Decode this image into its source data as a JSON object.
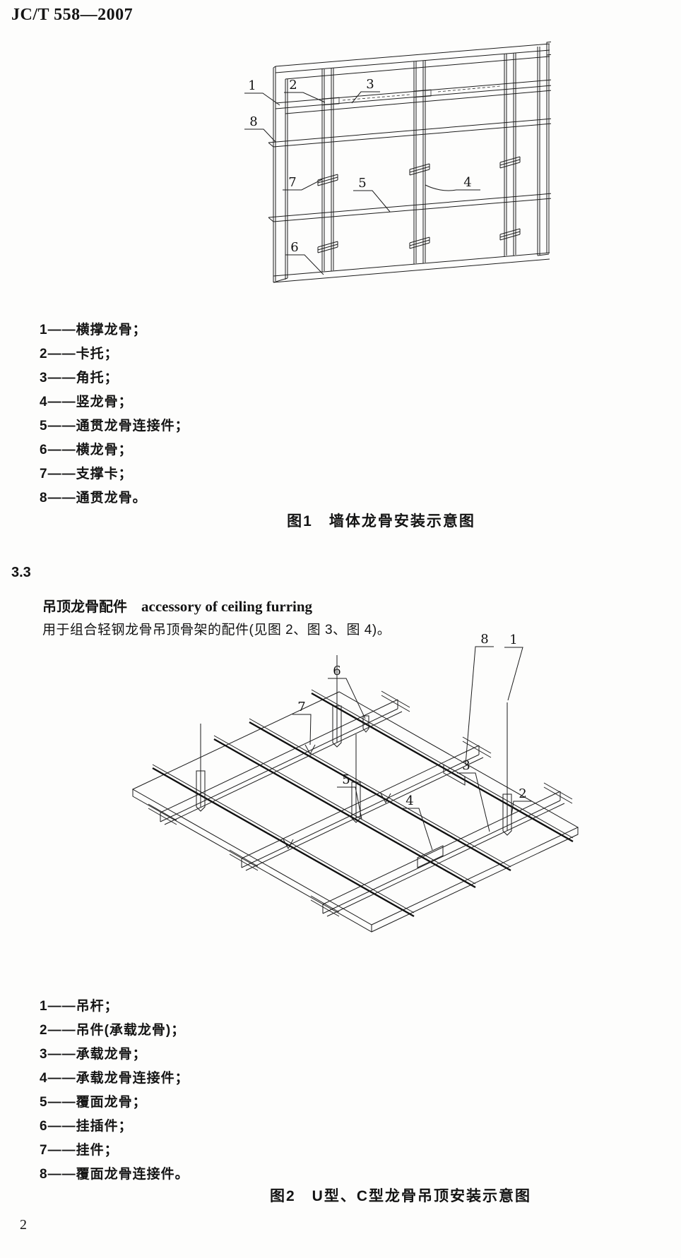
{
  "page": {
    "header": "JC/T 558—2007",
    "page_number": "2"
  },
  "figure1": {
    "caption": "图1　墙体龙骨安装示意图",
    "callouts": [
      "1",
      "2",
      "3",
      "4",
      "5",
      "6",
      "7",
      "8"
    ],
    "legend": [
      "1——横撑龙骨；",
      "2——卡托；",
      "3——角托；",
      "4——竖龙骨；",
      "5——通贯龙骨连接件；",
      "6——横龙骨；",
      "7——支撑卡；",
      "8——通贯龙骨。"
    ]
  },
  "section33": {
    "number": "3.3",
    "term_cn": "吊顶龙骨配件",
    "term_en": "accessory of ceiling furring",
    "definition": "用于组合轻钢龙骨吊顶骨架的配件(见图 2、图 3、图 4)。"
  },
  "figure2": {
    "caption": "图2　U型、C型龙骨吊顶安装示意图",
    "callouts": [
      "1",
      "2",
      "3",
      "4",
      "5",
      "6",
      "7",
      "8"
    ],
    "legend": [
      "1——吊杆；",
      "2——吊件(承载龙骨)；",
      "3——承载龙骨；",
      "4——承载龙骨连接件；",
      "5——覆面龙骨；",
      "6——挂插件；",
      "7——挂件；",
      "8——覆面龙骨连接件。"
    ]
  }
}
